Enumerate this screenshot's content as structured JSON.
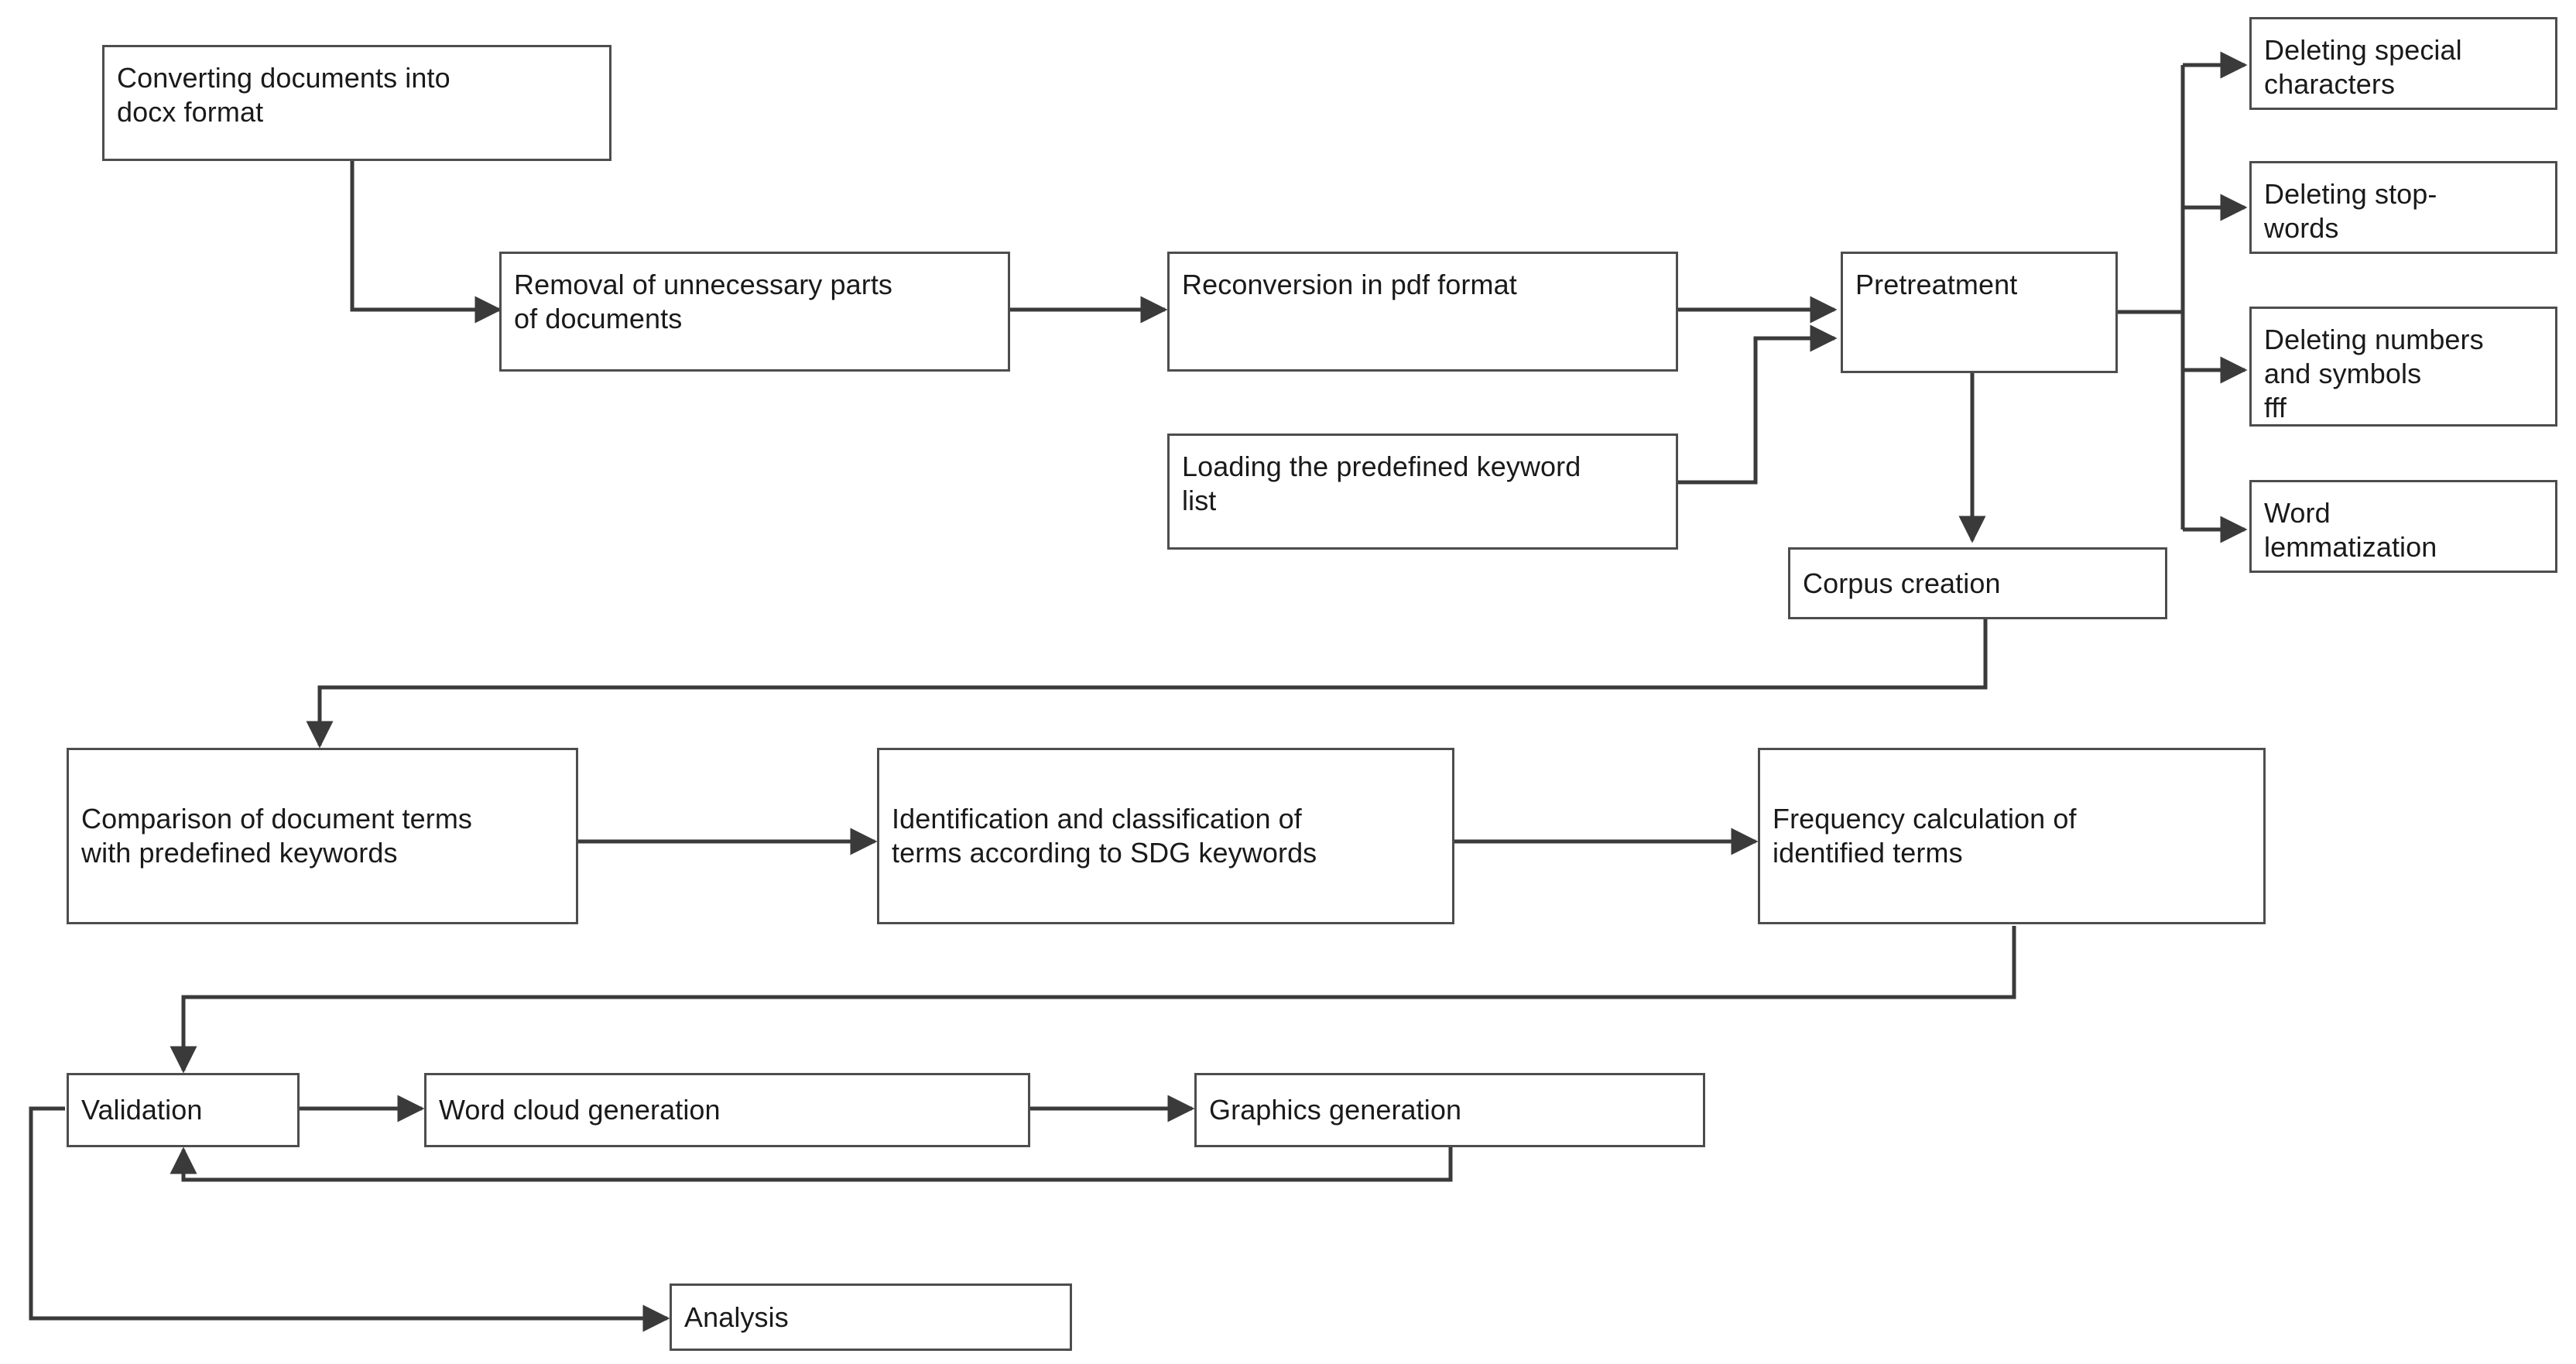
{
  "diagram": {
    "title": "Text mining workflow flowchart",
    "colors": {
      "box_border": "#4d4d4d",
      "box_fill": "#ffffff",
      "edge": "#3a3a3a",
      "text": "#1a1a1a"
    },
    "nodes": [
      {
        "id": "converting",
        "label": "Converting documents into\ndocx format"
      },
      {
        "id": "removal",
        "label": "Removal of unnecessary parts\nof documents"
      },
      {
        "id": "reconversion",
        "label": "Reconversion in pdf format"
      },
      {
        "id": "pretreatment",
        "label": "Pretreatment"
      },
      {
        "id": "keyword_list",
        "label": "Loading the predefined keyword\nlist"
      },
      {
        "id": "corpus",
        "label": "Corpus creation"
      },
      {
        "id": "del_special",
        "label": "Deleting special\ncharacters"
      },
      {
        "id": "del_stopwords",
        "label": "Deleting stop-\nwords"
      },
      {
        "id": "del_numbers",
        "label": "Deleting numbers\nand symbols\nfff"
      },
      {
        "id": "lemmatization",
        "label": "Word\nlemmatization"
      },
      {
        "id": "comparison",
        "label": "Comparison of document terms\nwith predefined keywords"
      },
      {
        "id": "identification",
        "label": "Identification and classification of\nterms according to SDG keywords"
      },
      {
        "id": "frequency",
        "label": "Frequency calculation of\nidentified terms"
      },
      {
        "id": "validation",
        "label": "Validation"
      },
      {
        "id": "wordcloud",
        "label": "Word cloud generation"
      },
      {
        "id": "graphics",
        "label": "Graphics generation"
      },
      {
        "id": "analysis",
        "label": "Analysis"
      }
    ],
    "edges": [
      {
        "id": "e1",
        "from": "converting",
        "to": "removal"
      },
      {
        "id": "e2",
        "from": "removal",
        "to": "reconversion"
      },
      {
        "id": "e3",
        "from": "reconversion",
        "to": "pretreatment"
      },
      {
        "id": "e4",
        "from": "keyword_list",
        "to": "pretreatment"
      },
      {
        "id": "e5",
        "from": "pretreatment",
        "to": "corpus"
      },
      {
        "id": "e6",
        "from": "pretreatment",
        "to": "del_special"
      },
      {
        "id": "e7",
        "from": "pretreatment",
        "to": "del_stopwords"
      },
      {
        "id": "e8",
        "from": "pretreatment",
        "to": "del_numbers"
      },
      {
        "id": "e9",
        "from": "pretreatment",
        "to": "lemmatization"
      },
      {
        "id": "e10",
        "from": "corpus",
        "to": "comparison"
      },
      {
        "id": "e11",
        "from": "comparison",
        "to": "identification"
      },
      {
        "id": "e12",
        "from": "identification",
        "to": "frequency"
      },
      {
        "id": "e13",
        "from": "frequency",
        "to": "validation"
      },
      {
        "id": "e14",
        "from": "validation",
        "to": "wordcloud"
      },
      {
        "id": "e15",
        "from": "wordcloud",
        "to": "graphics"
      },
      {
        "id": "e16",
        "from": "graphics",
        "to": "validation"
      },
      {
        "id": "e17",
        "from": "validation",
        "to": "analysis"
      }
    ]
  }
}
